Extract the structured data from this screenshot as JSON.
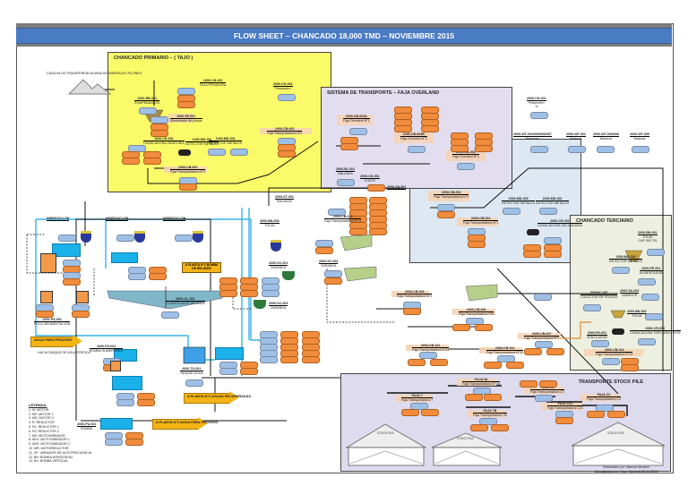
{
  "title": "FLOW SHEET – CHANCADO 18,000 TMD – NOVIEMBRE 2015",
  "colors": {
    "title_bar": "#4a7cc4",
    "primary_zone": "#fbfb6a",
    "overland_zone": "#e2def0",
    "stockpile_zone": "#dedbef",
    "terciario_zone": "#edf0e0",
    "secondary_zone": "#dde8f3",
    "motor_pill_blue": "#9fc0e6",
    "motor_pill_orange": "#f08c3c",
    "water_line": "#35b4e8",
    "arrow_yellow": "#f4b416"
  },
  "zones": {
    "primary": "CHANCADO PRIMARIO – ( TAJO )",
    "overland": "SISTEMA DE TRANSPORTE – FAJA OVERLAND",
    "terciario": "CHANCADO TERCIARIO",
    "stockpile": "TRANSPORTE STOCK PILE"
  },
  "primary": {
    "stockpile_label": "CANCHA DE TRANSFERENCIA MINA DE MINERALES PILONES",
    "equipment": [
      {
        "tag": "1000-RB-001",
        "desc": "ROMPEBANCOS"
      },
      {
        "tag": "1000-CH-001",
        "desc": "FAJA PESADORA"
      },
      {
        "tag": "1000-FE-001",
        "desc": "Alimentador de placas"
      },
      {
        "tag": "1000-CR-001",
        "desc": "CHANCADORA GIRATORIA"
      },
      {
        "tag": "1000-MD-001",
        "desc": "DETECTOR METALES"
      },
      {
        "tag": "1000-MD-002",
        "desc": "DETECTOR METALES"
      },
      {
        "tag": "1000-CB-001",
        "desc": "Faja Transportadora N°1"
      },
      {
        "tag": "1000-CB-002",
        "desc": "Faja Transportadora N°2"
      },
      {
        "tag": "1000-SM-001",
        "desc": "SAMPLER"
      }
    ]
  },
  "overland": {
    "equipment": [
      {
        "tag": "2000-CB-003A",
        "desc": "Faja Overland N°1"
      },
      {
        "tag": "2000-CB-003B",
        "desc": "Faja Overland N°2"
      },
      {
        "tag": "2000-CB-003",
        "desc": "Faja Overland N°3"
      },
      {
        "tag": "2000-BL-001",
        "desc": "BALANZA"
      },
      {
        "tag": "2000-CH-001",
        "desc": "CHUTE"
      },
      {
        "tag": "2000-SA-001",
        "desc": "SAMPLER"
      }
    ]
  },
  "top_right_scales": [
    {
      "tag": "2000-CH-001",
      "desc": "Pesómetro",
      "value": "%"
    },
    {
      "tag": "2000-WT-004/005/006/007",
      "desc": "Balanzas",
      "value": "%"
    },
    {
      "tag": "2000-WT-002",
      "desc": "Balanza",
      "value": "%"
    },
    {
      "tag": "2000-WT-003/008",
      "desc": "Balanza",
      "value": "%"
    },
    {
      "tag": "2000-WT-009",
      "desc": "Balanza",
      "value": "%"
    }
  ],
  "secondary": {
    "equipment": [
      {
        "tag": "2000-CB-001",
        "desc": "Faja Transportadora N°1"
      },
      {
        "tag": "2000-CB-002",
        "desc": "Faja Transportadora N°2"
      },
      {
        "tag": "2000-MD-003",
        "desc": "DETECTOR METALES"
      },
      {
        "tag": "2000-MD-001",
        "desc": "DETECTOR METALES"
      },
      {
        "tag": "2000-CR-001",
        "desc": "CHANCADORA SECUNDARIA"
      },
      {
        "tag": "2000-SC-001",
        "desc": "ZARANDA"
      },
      {
        "tag": "2000-SC-002",
        "desc": "ZARANDA"
      },
      {
        "tag": "2000-SC-003",
        "desc": "ZARANDA"
      },
      {
        "tag": "2000-CB-005",
        "desc": "Faja Transportadora N°5"
      },
      {
        "tag": "2000-CB-006",
        "desc": "Faja Transportadora N°6"
      },
      {
        "tag": "2000-CB-007",
        "desc": "Faja Transportadora N°7"
      },
      {
        "tag": "2000-CB-011",
        "desc": "Faja Transportadora N°11"
      },
      {
        "tag": "2000-CB-012",
        "desc": "Faja Transportadora N°12"
      },
      {
        "tag": "2000-CB-013",
        "desc": "Faja Transportadora N°13"
      },
      {
        "tag": "2000-BN-003",
        "desc": "TOLVA"
      },
      {
        "tag": "2000-CL-001",
        "desc": "CLARIFICADOR DE AGUA"
      },
      {
        "tag": "2000-TK-001",
        "desc": "TANQUE AGUA"
      },
      {
        "tag": "2000-PS-001",
        "desc": "POZA SEDIMENTACIÓN"
      },
      {
        "tag": "2000-PS-003",
        "desc": "BOMBA SUMERGIBLE"
      },
      {
        "tag": "2000-PU-001",
        "desc": "BOMBA"
      },
      {
        "tag": "2000-KT-001",
        "desc": "BALANZA"
      }
    ],
    "hydrocyclone_labels": [
      "HIDROCICLÓN",
      "HIDROCICLÓN",
      "HIDROCICLÓN"
    ]
  },
  "terciario": {
    "equipment": [
      {
        "tag": "2000-BN-001",
        "desc": "TOLVA",
        "value": "CAP. 500 TN"
      },
      {
        "tag": "2000-MD-002",
        "desc": "DETECTOR METALES"
      },
      {
        "tag": "2000-FE-001",
        "desc": "ALIMENTADOR"
      },
      {
        "tag": "2000-SA-002",
        "desc": "SAMPLER"
      },
      {
        "tag": "2000DC-001",
        "desc": "COLECTOR DE POLVOS"
      },
      {
        "tag": "2000-BN-002",
        "desc": "TOLVA"
      },
      {
        "tag": "2000-CR-002",
        "desc": "CHANCADORA TERCIARIA HPGR"
      },
      {
        "tag": "2000-FN-001",
        "desc": "VENTILADOR"
      },
      {
        "tag": "2000-CB-014",
        "desc": "Faja Transportadora N°14"
      }
    ]
  },
  "stockpile": {
    "belts": [
      {
        "tag": "FAJA 3A",
        "desc": "Faja Transportadora N° 3a"
      },
      {
        "tag": "FAJA C1",
        "desc": "Faja Transportadora C1"
      },
      {
        "tag": "FAJA C21",
        "desc": "Faja Transportadora C21"
      },
      {
        "tag": "FAJA C2",
        "desc": "Faja Transportadora C2"
      },
      {
        "tag": "FAJA 7",
        "desc": "Faja Transportadora 7"
      },
      {
        "tag": "FAJA 7B",
        "desc": "Faja Transportadora 7B"
      }
    ],
    "piles": [
      {
        "label": "STOCK PILE"
      },
      {
        "label": "STOCK PILE"
      },
      {
        "label": "STOCK PILE"
      }
    ]
  },
  "callouts": {
    "agua_fresca": "AGUA PARA PROCESO",
    "agua_fresca_note": "HACIA TANQUE DE AGUA FRESCA",
    "a_planta_1": "A PLANTA N°2 AGUAS RECUPERADAS",
    "a_planta_2": "A PLANTA N°2 AGUA PARA PROCESO",
    "orange_box": "A PLANTA N°2 BOMBA DE RELAVES"
  },
  "legend": {
    "heading": "LEYENDA:",
    "items": [
      "1. M: MOTOR",
      "2. MF: MOTOR 1",
      "3. MD: MOTOR 2",
      "4. R: REDUCTOR",
      "5. R1: REDUCTOR 1",
      "6. R2: REDUCTOR 2",
      "7. MV: MOTOVIBRADOR",
      "8. MV1: MOTOVIBRADOR 1",
      "9. MV2: MOTOVIBRADOR 2",
      "10. MR: MOTOREDUCTOR",
      "11. VF: VARIADOR DE ALTA FRECUENCIA",
      "12. BH: BOMBA HORIZONTAL",
      "13. BV: BOMBA VERTICAL"
    ]
  },
  "credits": {
    "line1": "Elaborado por: Manuel Álvarez",
    "line2": "Actualizado por: Jose Corbetti 05.11.2015"
  },
  "motor_label": "MOTOR"
}
